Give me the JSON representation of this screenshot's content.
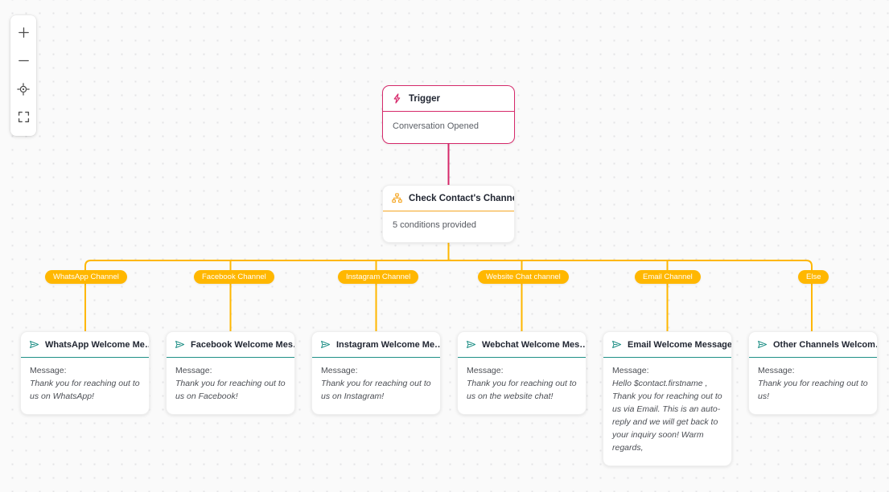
{
  "toolbar": {
    "buttons": [
      {
        "name": "zoom-in",
        "label": "+"
      },
      {
        "name": "zoom-out",
        "label": "−"
      },
      {
        "name": "fit-view",
        "label": "fit view"
      },
      {
        "name": "fullscreen",
        "label": "fullscreen"
      }
    ]
  },
  "colors": {
    "trigger_accent": "#d6296b",
    "condition_accent": "#f5a623",
    "branch_edge": "#ffb700",
    "message_accent": "#1f8f86",
    "canvas_bg": "#fafafa"
  },
  "nodes": {
    "trigger": {
      "icon": "lightning-bolt-icon",
      "title": "Trigger",
      "body": "Conversation Opened"
    },
    "condition": {
      "icon": "sitemap-icon",
      "title": "Check Contact's Channel",
      "body": "5 conditions provided"
    }
  },
  "branches": [
    {
      "id": "whatsapp",
      "label": "WhatsApp Channel"
    },
    {
      "id": "facebook",
      "label": "Facebook Channel"
    },
    {
      "id": "instagram",
      "label": "Instagram Channel"
    },
    {
      "id": "webchat",
      "label": "Website Chat channel"
    },
    {
      "id": "email",
      "label": "Email Channel"
    },
    {
      "id": "else",
      "label": "Else"
    }
  ],
  "messages": [
    {
      "id": "whatsapp",
      "icon": "send-icon",
      "title": "WhatsApp Welcome Me…",
      "message_label": "Message:",
      "message_text": "Thank you for reaching out to us on WhatsApp!"
    },
    {
      "id": "facebook",
      "icon": "send-icon",
      "title": "Facebook Welcome Mes…",
      "message_label": "Message:",
      "message_text": "Thank you for reaching out to us on Facebook!"
    },
    {
      "id": "instagram",
      "icon": "send-icon",
      "title": "Instagram Welcome Me…",
      "message_label": "Message:",
      "message_text": "Thank you for reaching out to us on Instagram!"
    },
    {
      "id": "webchat",
      "icon": "send-icon",
      "title": "Webchat Welcome Mes…",
      "message_label": "Message:",
      "message_text": "Thank you for reaching out to us on the website chat!"
    },
    {
      "id": "email",
      "icon": "send-icon",
      "title": "Email Welcome Message",
      "message_label": "Message:",
      "message_text": "Hello $contact.firstname , Thank you for reaching out to us via Email. This is an auto-reply and we will get back to your inquiry soon! Warm regards,"
    },
    {
      "id": "other",
      "icon": "send-icon",
      "title": "Other Channels Welcom…",
      "message_label": "Message:",
      "message_text": "Thank you for reaching out to us!"
    }
  ]
}
